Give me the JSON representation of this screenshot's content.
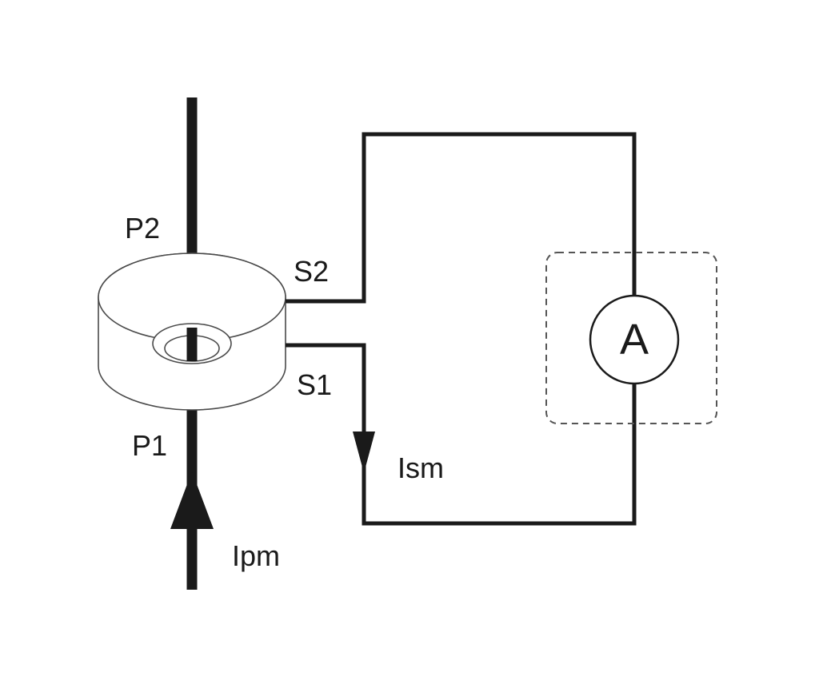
{
  "diagram": {
    "labels": {
      "primary_top_terminal": "P2",
      "primary_bottom_terminal": "P1",
      "secondary_top_terminal": "S2",
      "secondary_bottom_terminal": "S1",
      "secondary_current": "Ism",
      "primary_current": "Ipm",
      "ammeter_letter": "A"
    },
    "colors": {
      "line": "#1a1a1a",
      "background": "#ffffff",
      "core_outline": "#4a4a4a",
      "dashed_enclosure": "#555555"
    }
  }
}
